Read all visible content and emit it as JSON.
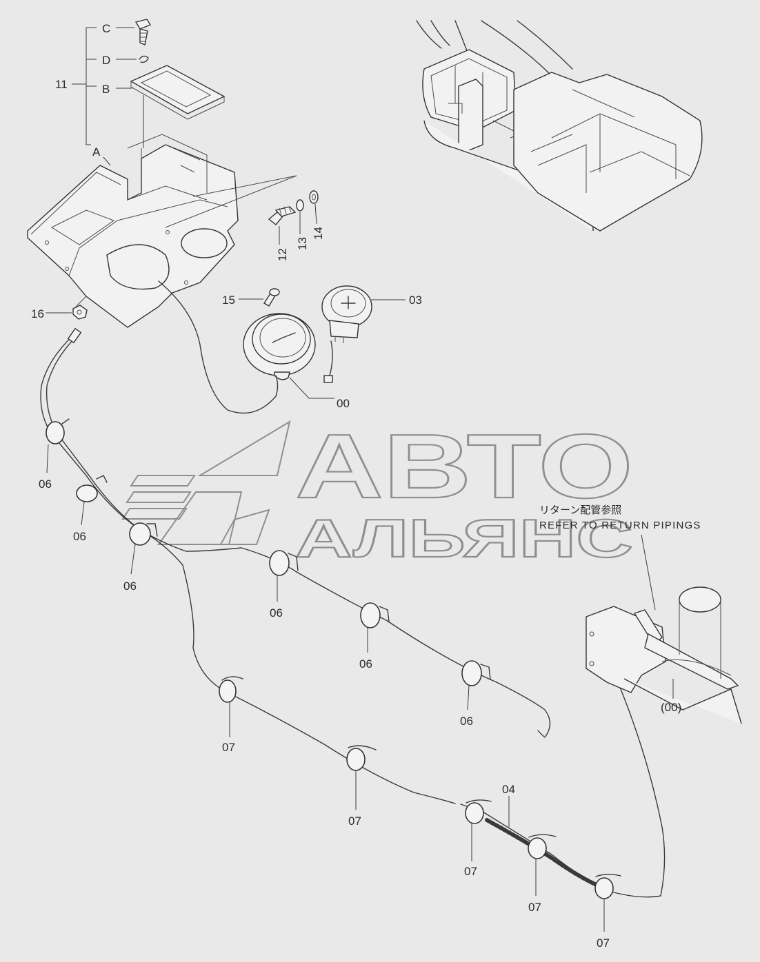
{
  "labels": {
    "c": "C",
    "d": "D",
    "b": "B",
    "a": "A",
    "group_11": "11",
    "p12": "12",
    "p13": "13",
    "p14": "14",
    "p15": "15",
    "p16": "16",
    "p03": "03",
    "p00": "00",
    "p04": "04",
    "p00_ref": "(00)",
    "clamp_06": "06",
    "clamp_07": "07"
  },
  "note": {
    "japanese": "リターン配管参照",
    "english": "REFER TO RETURN PIPINGS"
  },
  "watermark": {
    "line1": "АВТО",
    "line2": "АЛЬЯНС"
  },
  "colors": {
    "background": "#e9e9e9",
    "line": "#333333",
    "watermark": "#8f8f8f"
  }
}
